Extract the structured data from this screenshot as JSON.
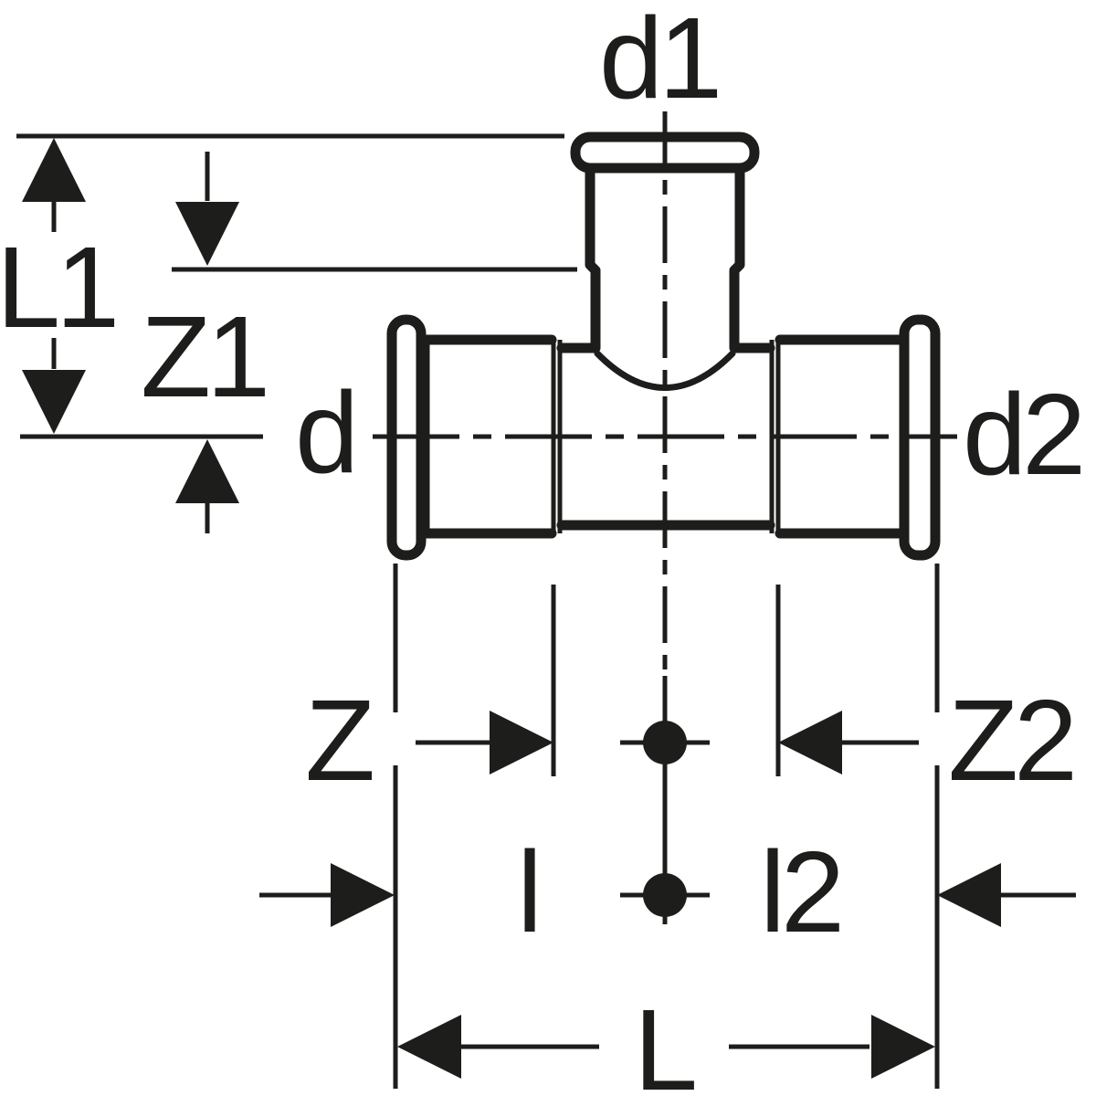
{
  "figure": {
    "title": "Tee press-fitting dimension drawing",
    "type": "technical-line-drawing",
    "background_color": "#ffffff",
    "ink_color": "#1d1d1b"
  },
  "labels": {
    "branch_diameter": "d1",
    "branch_length": "L1",
    "branch_offset": "Z1",
    "left_diameter": "d",
    "right_diameter": "d2",
    "offset_left": "Z",
    "offset_right": "Z2",
    "insertion_left": "l",
    "insertion_right": "l2",
    "overall_length": "L"
  }
}
